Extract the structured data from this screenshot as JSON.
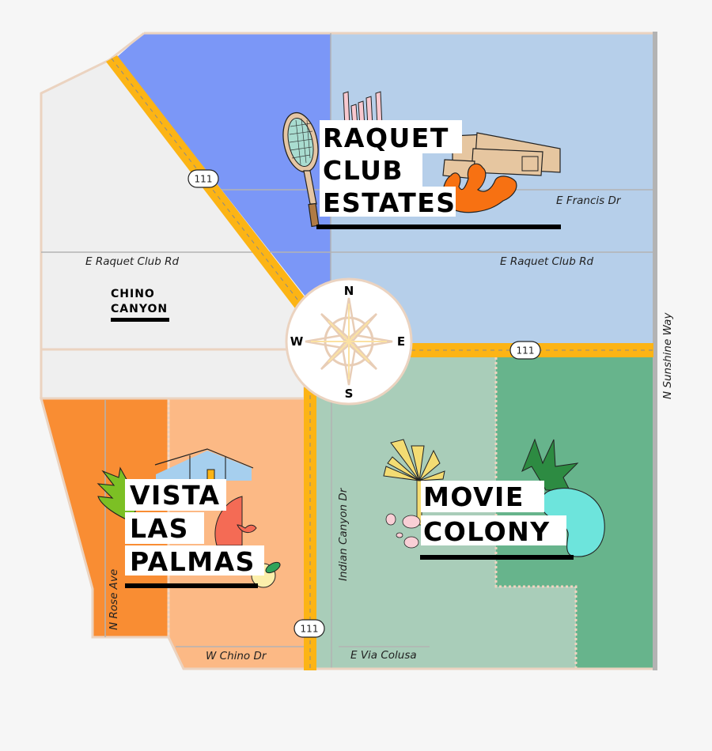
{
  "colors": {
    "background": "#f6f6f6",
    "boundary": "#ebd3c0",
    "chino_canyon": "#efefef",
    "raquet_club_west": "#7b97f7",
    "raquet_club_east": "#b6cfea",
    "vista_las_palmas_west": "#f98d33",
    "vista_las_palmas_east": "#fcb985",
    "movie_colony_west": "#a9cdb9",
    "movie_colony_east": "#67b48c",
    "highway": "#fcb415",
    "street_line": "#b3b3b3",
    "east_edge": "#b3b3b3"
  },
  "neighborhoods": [
    {
      "id": "raquet-club-estates",
      "lines": [
        "RAQUET",
        "CLUB",
        "ESTATES"
      ]
    },
    {
      "id": "chino-canyon",
      "lines": [
        "CHINO",
        "CANYON"
      ]
    },
    {
      "id": "vista-las-palmas",
      "lines": [
        "VISTA",
        "LAS",
        "PALMAS"
      ]
    },
    {
      "id": "movie-colony",
      "lines": [
        "MOVIE",
        "COLONY"
      ]
    }
  ],
  "streets": {
    "e_raquet_club_rd_west": "E Raquet Club Rd",
    "e_raquet_club_rd_east": "E Raquet Club Rd",
    "e_francis_dr": "E Francis Dr",
    "n_sunshine_way": "N Sunshine Way",
    "indian_canyon_dr": "Indian Canyon Dr",
    "n_rose_ave": "N Rose Ave",
    "w_chino_dr": "W Chino Dr",
    "e_via_colusa": "E Via Colusa"
  },
  "highway_shields": [
    {
      "label": "111",
      "position": "diagonal"
    },
    {
      "label": "111",
      "position": "east-west"
    },
    {
      "label": "111",
      "position": "south"
    }
  ],
  "compass": {
    "n": "N",
    "e": "E",
    "s": "S",
    "w": "W"
  },
  "icons": [
    "tennis-racket-icon",
    "palm-fronds-icon",
    "tickets-icon",
    "cactus-icon",
    "house-icon",
    "agave-icon",
    "watermelon-icon",
    "lemon-icon",
    "fan-palm-icon",
    "pink-stones-icon",
    "palm-tree-icon",
    "pool-icon",
    "compass-rose-icon"
  ]
}
